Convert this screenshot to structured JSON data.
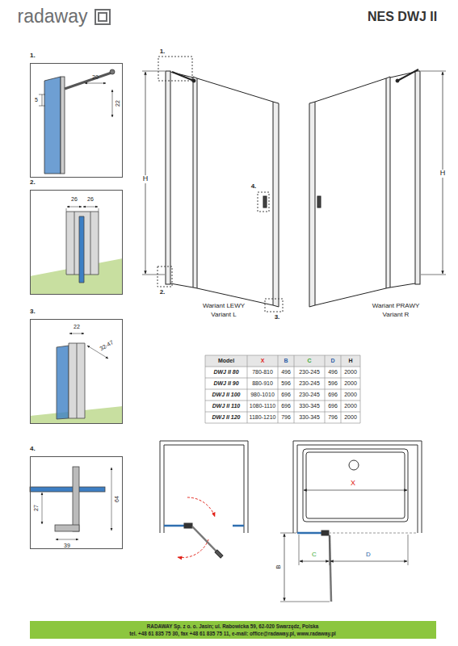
{
  "diagram": {
    "title": "NES DWJ II",
    "nodes": [
      {
        "text": [
          "1."
        ]
      },
      {
        "text": [
          "2."
        ]
      },
      {
        "text": [
          "3."
        ]
      },
      {
        "text": [
          "4."
        ]
      }
    ],
    "labels": [
      "radaway",
      "1.",
      "H",
      "4.",
      "2.",
      "3.",
      "H",
      "Wariant LEWY",
      "Variant L",
      "Wariant PRAWY",
      "Variant R",
      "20",
      "5",
      "22",
      "26",
      "26",
      "22",
      "32-47",
      "27",
      "39",
      "64",
      "Model",
      "X",
      "B",
      "C",
      "D",
      "H",
      "DWJ II 80",
      "780-810",
      "496",
      "230-245",
      "496",
      "2000",
      "DWJ II 90",
      "880-910",
      "596",
      "230-245",
      "596",
      "2000",
      "DWJ II 100",
      "980-1010",
      "696",
      "230-245",
      "696",
      "2000",
      "DWJ II 110",
      "1080-1110",
      "696",
      "330-345",
      "696",
      "2000",
      "DWJ II 120",
      "1180-1210",
      "796",
      "330-345",
      "796",
      "2000",
      "X",
      "B",
      "C",
      "D",
      "RADAWAY Sp. z o. o. Jasin; ul. Rabowicka 59, 62-020 Swarzędz, Polska",
      "tel. +48 61 835 75 30, fax +48 61 835 75 11, e-mail: office@radaway.pl, www.radaway.pl"
    ]
  }
}
